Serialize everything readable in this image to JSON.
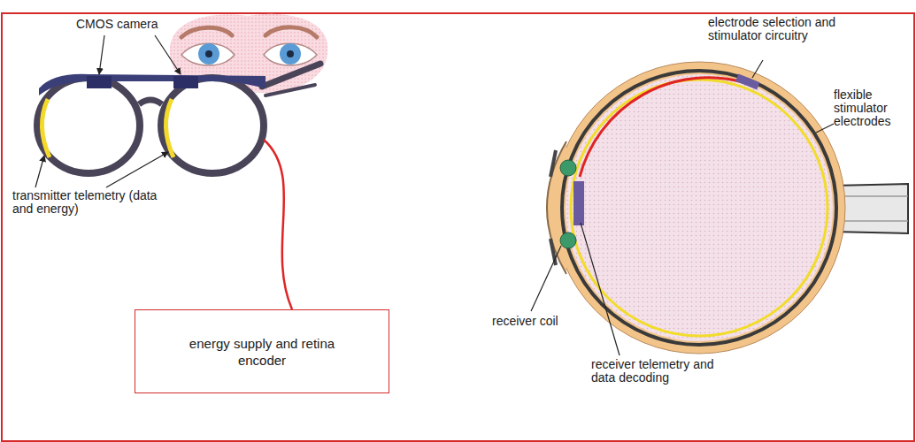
{
  "diagram": {
    "nodes": [
      {
        "text": [
          "energy supply and retina encoder"
        ]
      }
    ],
    "labels": [
      "CMOS camera",
      "transmitter telemetry (data and energy)",
      "electrode selection and stimulator circuitry",
      "flexible stimulator electrodes",
      "receiver coil",
      "receiver telemetry and data decoding"
    ]
  }
}
